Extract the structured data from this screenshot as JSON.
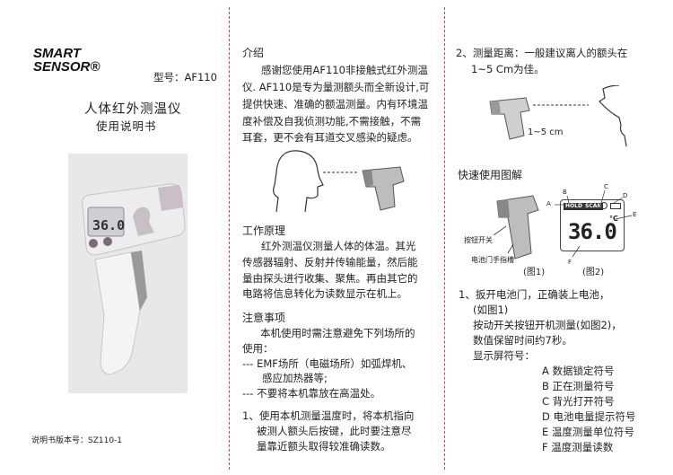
{
  "brand": {
    "line1": "SMART",
    "line2": "SENSOR®"
  },
  "model": "型号：AF110",
  "title": "人体红外测温仪",
  "subtitle": "使用说明书",
  "device_display": "36.0",
  "version": "说明书版本号：SZ110-1",
  "intro": {
    "heading": "介绍",
    "lines": [
      "感谢您使用AF110非接触式红外测温",
      "仪. AF110是专为量测额头而全新设计,可",
      "提供快速、准确的额温测量。内有环境温",
      "度补偿及自我侦测功能,不需接触，不需",
      "耳套，更不会有耳道交叉感染的疑虑。"
    ]
  },
  "principle": {
    "heading": "工作原理",
    "lines": [
      "红外测温仪测量人体的体温。其光",
      "传感器辐射、反射并传输能量，然后能",
      "量由探头进行收集、聚焦。再由其它的",
      "电路将信息转化为读数显示在机上。"
    ]
  },
  "notes": {
    "heading": "注意事项",
    "lines": [
      "本机使用时需注意避免下列场所的",
      "使用：",
      "--- EMF场所（电磁场所）如弧焊机、",
      "感应加热器等;",
      "--- 不要将本机靠放在高温处。"
    ]
  },
  "step1": {
    "lines": [
      "1、使用本机测量温度时，将本机指向",
      "被测人额头后按键，此时要注意尽",
      "量靠近额头取得较准确读数。"
    ]
  },
  "step2": {
    "lines": [
      "2、测量距离：一般建议离人的额头在",
      "1~5 Cm为佳。"
    ],
    "distance_label": "1~5 cm"
  },
  "quick": {
    "heading": "快速使用图解",
    "fig1_labels": {
      "trigger": "按钮开关",
      "battery": "电池门手指槽"
    },
    "fig1_caption": "(图1)",
    "fig2_caption": "(图2)",
    "letters": {
      "a": "A",
      "b": "B",
      "c": "C",
      "d": "D",
      "e": "E",
      "f": "F"
    },
    "lcd_value": "36.0",
    "lcd_unit": "°C",
    "lcd_tags": {
      "hold": "HOLD",
      "scan": "SCAN"
    }
  },
  "usage": {
    "lines": [
      "1、扳开电池门，正确装上电池，",
      "(如图1)",
      "按动开关按钮开机测量(如图2)，",
      "数值保留时间约7秒。",
      "显示屏符号："
    ],
    "symbols": [
      "A 数据锁定符号",
      "B 正在测量符号",
      "C 背光打开符号",
      "D 电池电量提示符号",
      "E 温度测量单位符号",
      "F 温度测量读数"
    ]
  }
}
